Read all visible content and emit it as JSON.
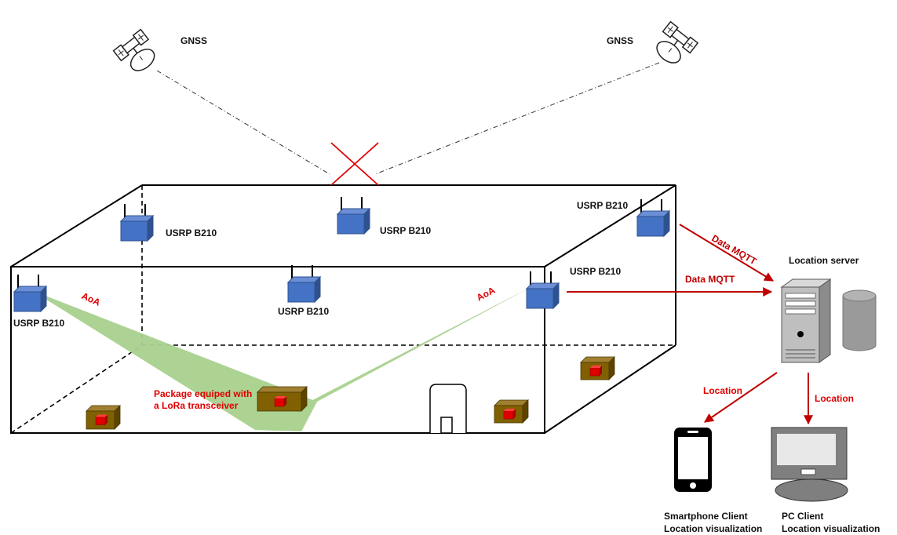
{
  "labels": {
    "gnss": "GNSS",
    "usrp": "USRP B210",
    "aoa": "AoA",
    "package_line1": "Package equiped with",
    "package_line2": "a LoRa transceiver",
    "data_mqtt": "Data  MQTT",
    "location_server": "Location server",
    "location": "Location",
    "smartphone_client": "Smartphone Client",
    "pc_client": "PC Client",
    "location_visualization": "Location visualization"
  },
  "colors": {
    "receiver_face": "#4472c4",
    "receiver_top": "#6b8fd6",
    "receiver_side": "#2f528f",
    "package_face": "#806000",
    "package_top": "#a08030",
    "package_side": "#5c4400",
    "led": "#e00000",
    "beam": "#a9d18e",
    "arrow": "#c00000",
    "blocked_cross": "#e00000",
    "server_grey": "#bfbfbf",
    "pc_grey": "#7f7f7f"
  },
  "icons": [
    "satellite-icon",
    "usrp-receiver-icon",
    "package-icon",
    "server-tower-icon",
    "database-cylinder-icon",
    "smartphone-icon",
    "pc-monitor-icon",
    "blocked-cross-icon"
  ]
}
